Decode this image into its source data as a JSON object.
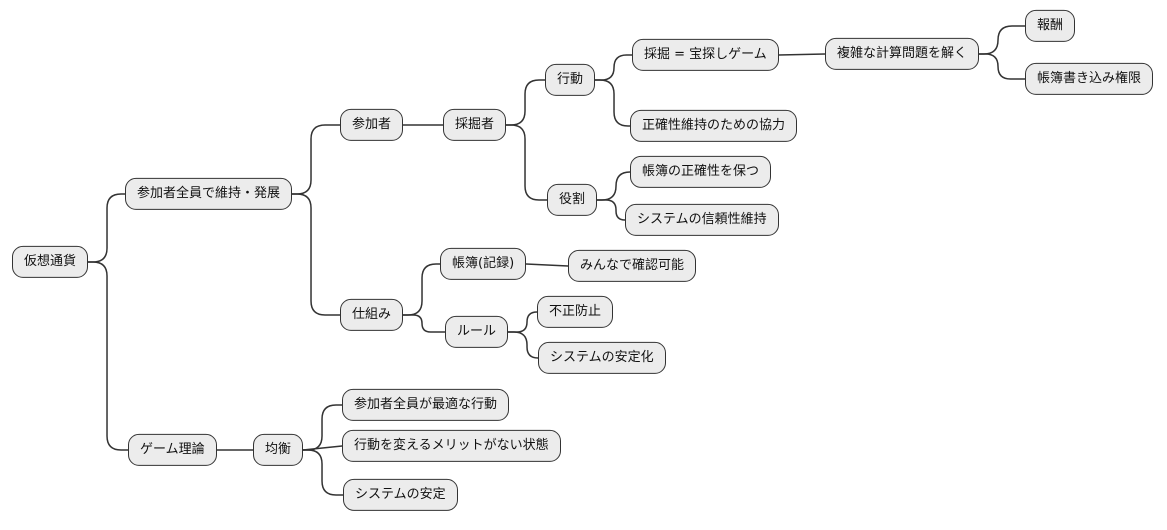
{
  "diagram": {
    "type": "mindmap",
    "direction": "left-to-right",
    "style": {
      "background": "#ffffff",
      "node_fill": "#ececec",
      "node_border": "#333333",
      "line_color": "#333333",
      "text_color": "#111111"
    },
    "nodes": {
      "root": "仮想通貨",
      "maintain_develop": "参加者全員で維持・発展",
      "game_theory": "ゲーム理論",
      "participants": "参加者",
      "mechanism": "仕組み",
      "miner": "採掘者",
      "action": "行動",
      "role": "役割",
      "mining_game": "採掘 = 宝探しゲーム",
      "cooperation": "正確性維持のための協力",
      "solve_problems": "複雑な計算問題を解く",
      "reward": "報酬",
      "ledger_permission": "帳簿書き込み権限",
      "ledger_accuracy": "帳簿の正確性を保つ",
      "system_reliability": "システムの信頼性維持",
      "ledger_record": "帳簿(記録)",
      "rules": "ルール",
      "everyone_verify": "みんなで確認可能",
      "fraud_prevention": "不正防止",
      "system_stabilization": "システムの安定化",
      "equilibrium": "均衡",
      "optimal_action": "参加者全員が最適な行動",
      "no_merit_change": "行動を変えるメリットがない状態",
      "system_stability": "システムの安定"
    },
    "edges": [
      [
        "root",
        "maintain_develop"
      ],
      [
        "root",
        "game_theory"
      ],
      [
        "maintain_develop",
        "participants"
      ],
      [
        "maintain_develop",
        "mechanism"
      ],
      [
        "participants",
        "miner"
      ],
      [
        "miner",
        "action"
      ],
      [
        "miner",
        "role"
      ],
      [
        "action",
        "mining_game"
      ],
      [
        "action",
        "cooperation"
      ],
      [
        "mining_game",
        "solve_problems"
      ],
      [
        "solve_problems",
        "reward"
      ],
      [
        "solve_problems",
        "ledger_permission"
      ],
      [
        "role",
        "ledger_accuracy"
      ],
      [
        "role",
        "system_reliability"
      ],
      [
        "mechanism",
        "ledger_record"
      ],
      [
        "mechanism",
        "rules"
      ],
      [
        "ledger_record",
        "everyone_verify"
      ],
      [
        "rules",
        "fraud_prevention"
      ],
      [
        "rules",
        "system_stabilization"
      ],
      [
        "game_theory",
        "equilibrium"
      ],
      [
        "equilibrium",
        "optimal_action"
      ],
      [
        "equilibrium",
        "no_merit_change"
      ],
      [
        "equilibrium",
        "system_stability"
      ]
    ]
  }
}
